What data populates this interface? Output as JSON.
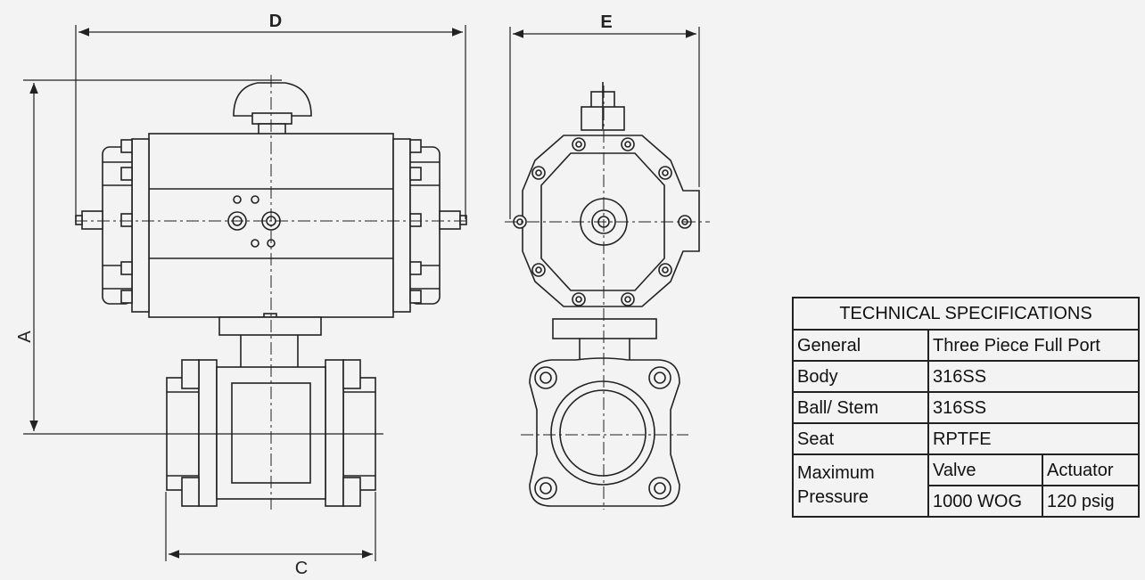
{
  "dimensions": {
    "d": "D",
    "e": "E",
    "a": "A",
    "c": "C"
  },
  "spec_table": {
    "title": "TECHNICAL SPECIFICATIONS",
    "rows": [
      {
        "label": "General",
        "value": "Three Piece Full Port"
      },
      {
        "label": "Body",
        "value": "316SS"
      },
      {
        "label": "Ball/ Stem",
        "value": "316SS"
      },
      {
        "label": "Seat",
        "value": "RPTFE"
      }
    ],
    "pressure": {
      "label_line1": "Maximum",
      "label_line2": "Pressure",
      "valve_header": "Valve",
      "actuator_header": "Actuator",
      "valve_value": "1000 WOG",
      "actuator_value": "120 psig"
    }
  }
}
